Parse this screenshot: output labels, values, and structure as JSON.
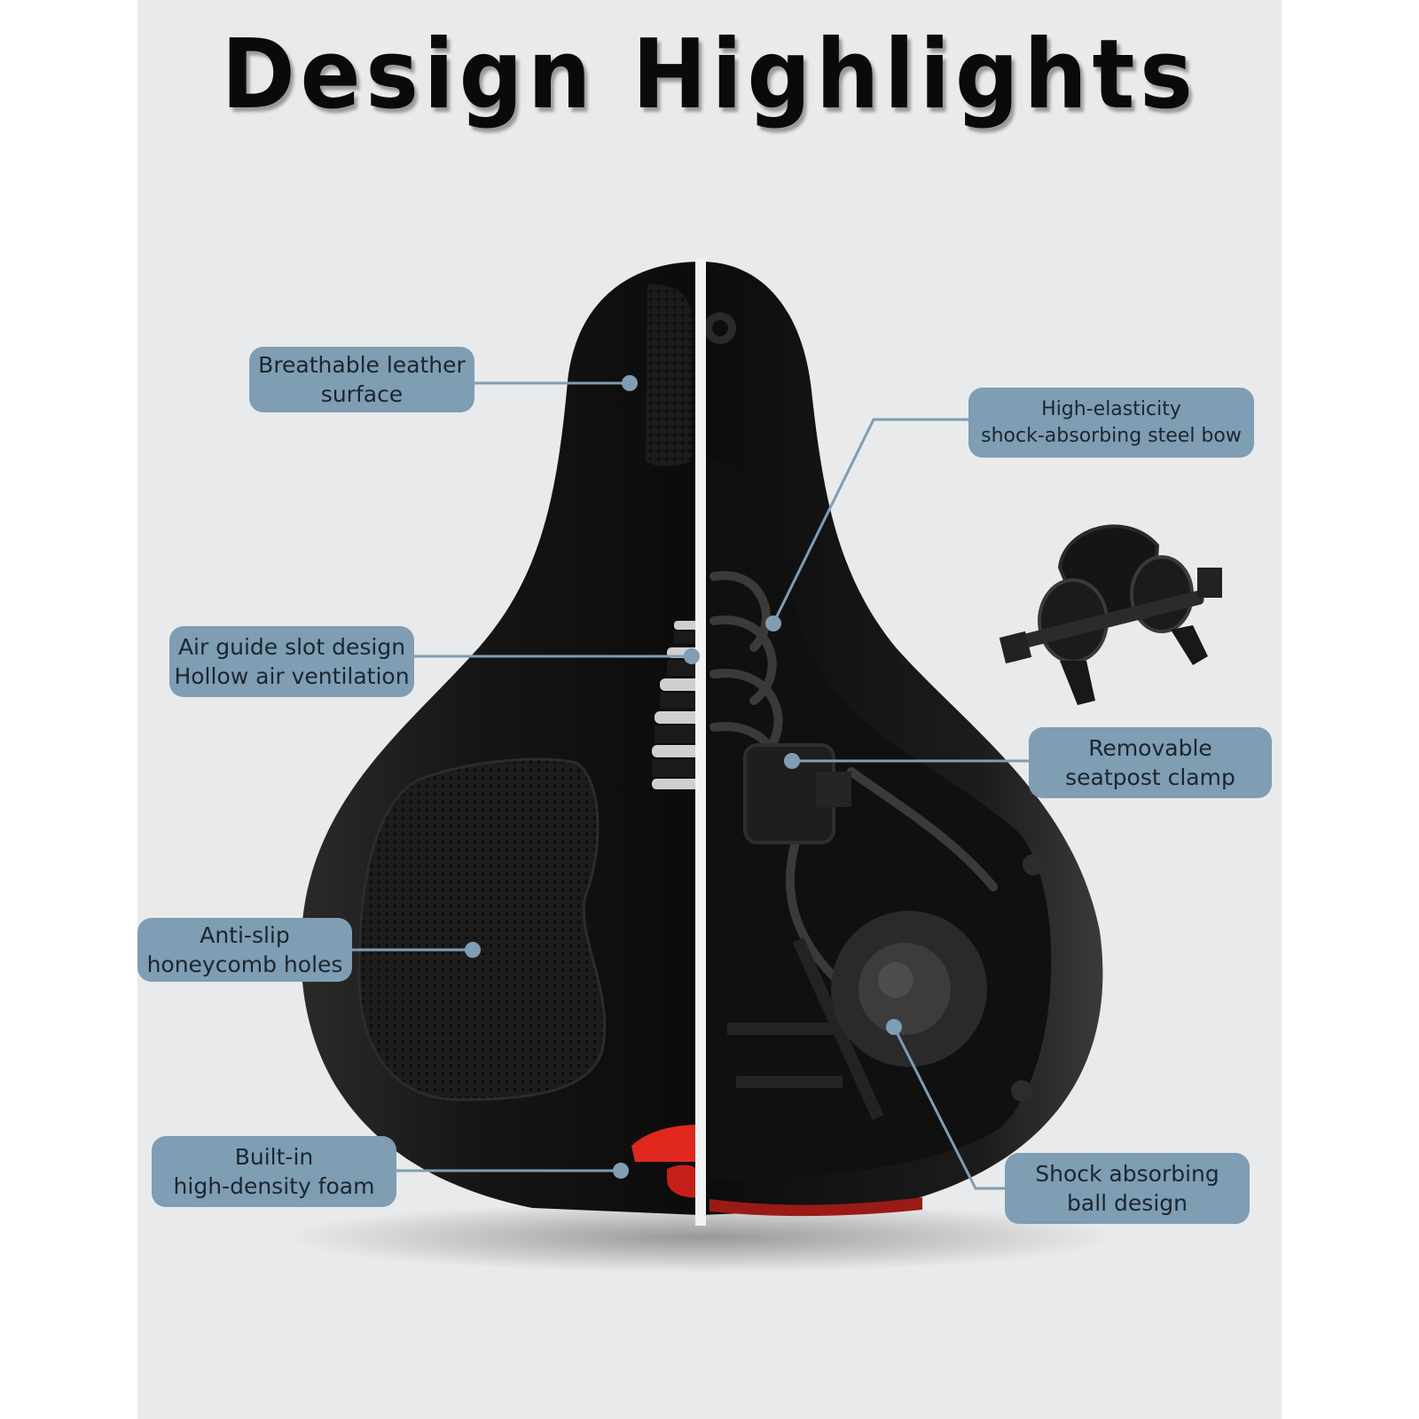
{
  "title": "Design Highlights",
  "colors": {
    "background": "#e9eaeb",
    "callout": "#7f9db3",
    "callout_text": "#1b2630",
    "leader_line": "#7f9db3",
    "saddle": "#141414",
    "accent_red": "#e0281e"
  },
  "callouts": {
    "breathable": {
      "line1": "Breathable leather",
      "line2": "surface"
    },
    "air_guide": {
      "line1": "Air guide slot design",
      "line2": "Hollow air ventilation"
    },
    "anti_slip": {
      "line1": "Anti-slip",
      "line2": "honeycomb holes"
    },
    "foam": {
      "line1": "Built-in",
      "line2": "high-density foam"
    },
    "steel_bow": {
      "line1": "High-elasticity",
      "line2": "shock-absorbing steel bow"
    },
    "clamp": {
      "line1": "Removable",
      "line2": "seatpost clamp"
    },
    "ball": {
      "line1": "Shock absorbing",
      "line2": "ball design"
    }
  },
  "images": {
    "saddle": "bicycle-saddle-cutaway",
    "clamp": "seatpost-clamp-part"
  }
}
